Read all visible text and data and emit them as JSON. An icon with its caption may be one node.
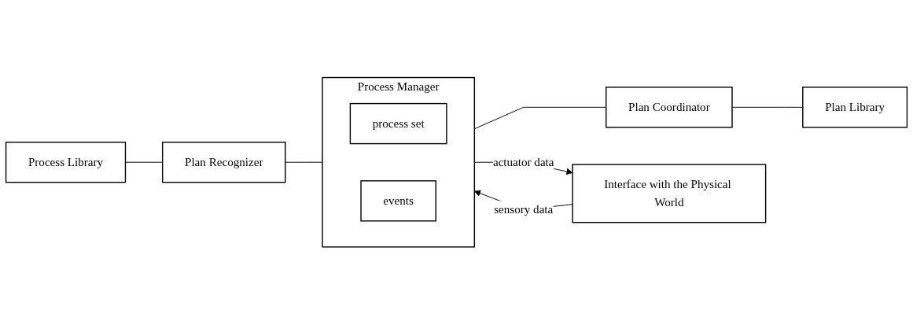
{
  "diagram": {
    "nodes": [
      {
        "text": [
          "Process Library"
        ]
      },
      {
        "text": [
          "Plan Recognizer"
        ]
      },
      {
        "text": [
          "Process Manager"
        ]
      },
      {
        "text": [
          "process set"
        ],
        "in": 2
      },
      {
        "text": [
          "events"
        ],
        "in": 2
      },
      {
        "text": [
          "Plan Coordinator"
        ]
      },
      {
        "text": [
          "Plan Library"
        ]
      },
      {
        "text": [
          "Interface with the Physical World"
        ]
      }
    ],
    "edges": [
      {
        "from": 0,
        "to": 1,
        "arrow": "none"
      },
      {
        "from": 1,
        "to": 2,
        "arrow": "none"
      },
      {
        "from": 2,
        "to": 5,
        "arrow": "none"
      },
      {
        "from": 5,
        "to": 6,
        "arrow": "none"
      },
      {
        "from": 2,
        "to": 7,
        "arrow": "to",
        "label": "actuator data"
      },
      {
        "from": 7,
        "to": 2,
        "arrow": "to",
        "label": "sensory data"
      }
    ]
  }
}
